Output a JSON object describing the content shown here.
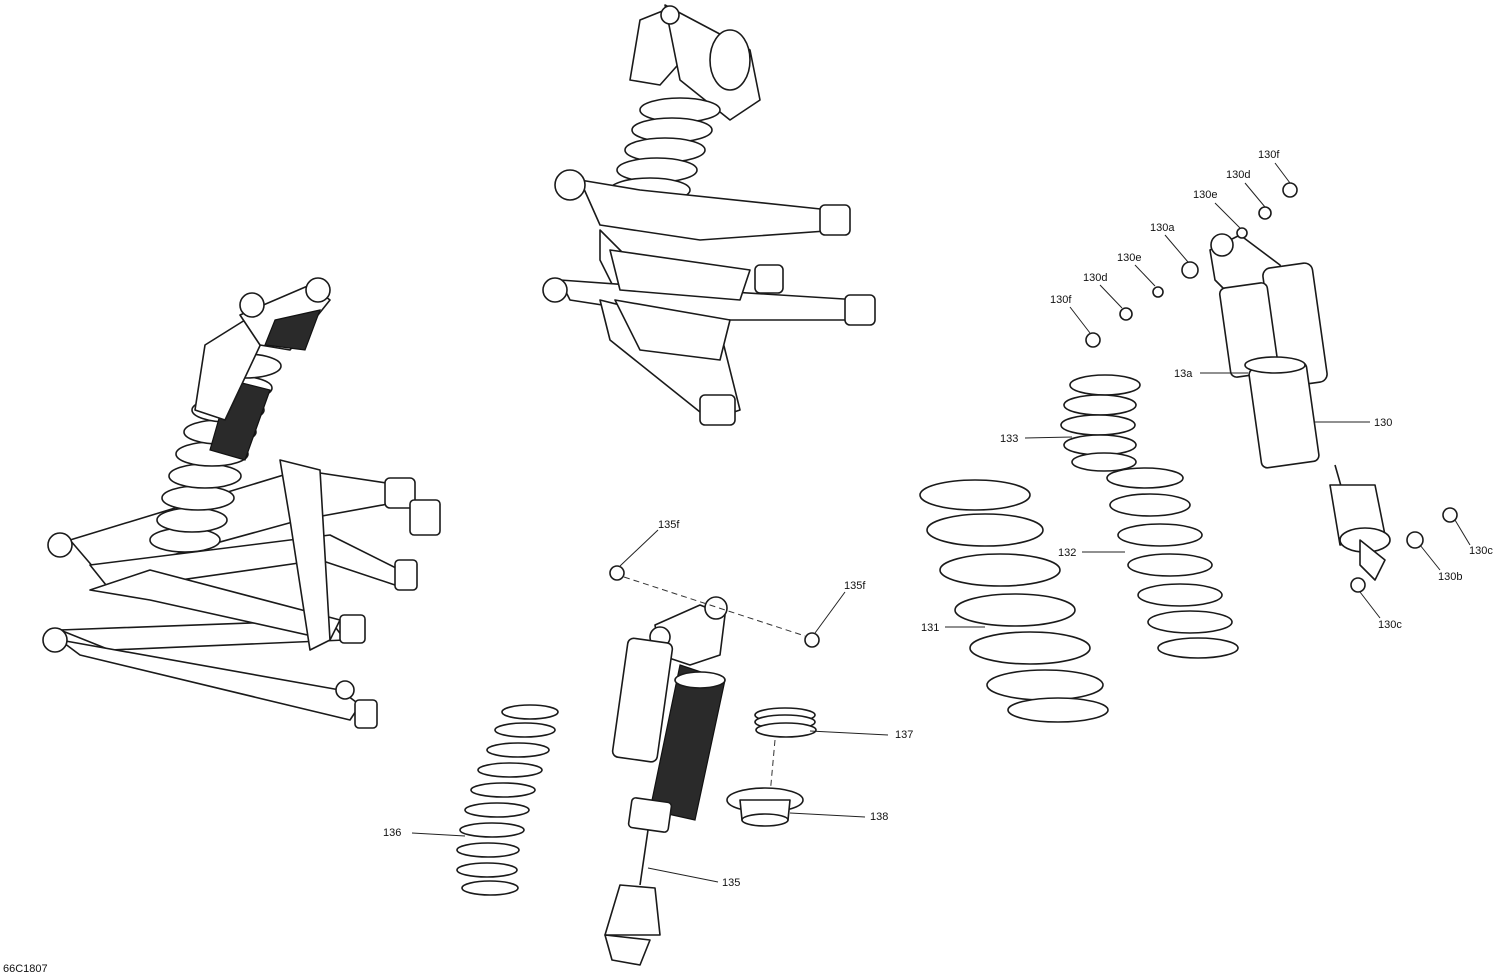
{
  "diagram_code": "66C1807",
  "callouts": [
    {
      "id": "130f_top",
      "text": "130f"
    },
    {
      "id": "130d_top",
      "text": "130d"
    },
    {
      "id": "130e_top",
      "text": "130e"
    },
    {
      "id": "130a",
      "text": "130a"
    },
    {
      "id": "130e_mid",
      "text": "130e"
    },
    {
      "id": "130d_mid",
      "text": "130d"
    },
    {
      "id": "130f_mid",
      "text": "130f"
    },
    {
      "id": "13a",
      "text": "13a"
    },
    {
      "id": "130",
      "text": "130"
    },
    {
      "id": "133",
      "text": "133"
    },
    {
      "id": "132",
      "text": "132"
    },
    {
      "id": "131",
      "text": "131"
    },
    {
      "id": "130c_right",
      "text": "130c"
    },
    {
      "id": "130b",
      "text": "130b"
    },
    {
      "id": "130c_bottom",
      "text": "130c"
    },
    {
      "id": "135f_left",
      "text": "135f"
    },
    {
      "id": "135f_right",
      "text": "135f"
    },
    {
      "id": "137",
      "text": "137"
    },
    {
      "id": "138",
      "text": "138"
    },
    {
      "id": "136",
      "text": "136"
    },
    {
      "id": "135",
      "text": "135"
    }
  ]
}
